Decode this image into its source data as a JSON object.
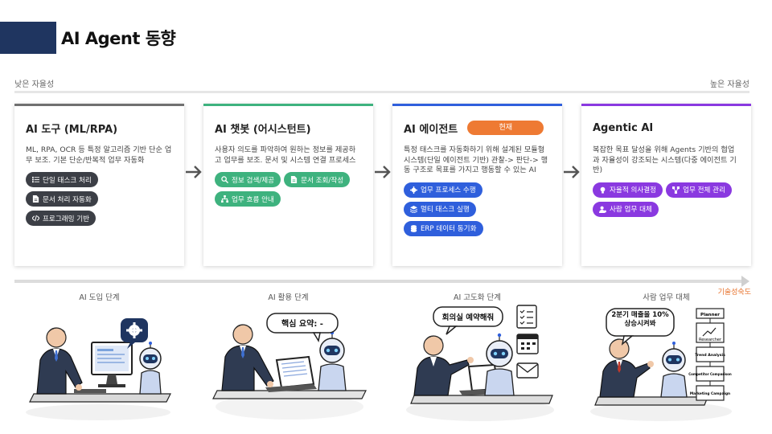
{
  "title": "AI Agent 동향",
  "scale": {
    "low": "낮은 자율성",
    "high": "높은 자율성"
  },
  "cards": [
    {
      "title": "AI 도구 (ML/RPA)",
      "desc": "ML, RPA, OCR 등 특정 알고리즘 기반 단순 업무 보조. 기본 단순/반복적 업무 자동화",
      "color": "#707070",
      "tags": [
        {
          "label": "단일 태스크 처리",
          "icon": "list-icon"
        },
        {
          "label": "문서 처리 자동화",
          "icon": "document-icon"
        },
        {
          "label": "프로그래밍 기반",
          "icon": "code-icon"
        }
      ]
    },
    {
      "title": "AI 챗봇 (어시스턴트)",
      "desc": "사용자 의도를 파악하여 원하는 정보를 제공하고 업무를 보조. 문서 및 시스템 연결 프로세스",
      "color": "#3eb27e",
      "tags": [
        {
          "label": "정보 검색/제공",
          "icon": "search-icon"
        },
        {
          "label": "문서 조회/작성",
          "icon": "document-icon"
        },
        {
          "label": "업무 흐름 안내",
          "icon": "flow-icon"
        }
      ]
    },
    {
      "title": "AI 에이전트",
      "badge": "현재",
      "desc": "특정 태스크를 자동화하기 위해 설계된 모듈형 시스템(단일 에이전트 기반) 관찰-> 판단-> 행동 구조로 목표를 가지고 행동할 수 있는 AI",
      "color": "#2f5fdc",
      "tags": [
        {
          "label": "업무 프로세스 수행",
          "icon": "gear-icon"
        },
        {
          "label": "멀티 태스크 실행",
          "icon": "layers-icon"
        },
        {
          "label": "ERP 데이터 동기화",
          "icon": "database-icon"
        }
      ]
    },
    {
      "title": "Agentic AI",
      "desc": "복잡한 목표 달성을 위해 Agents 기반의 협업과 자율성이 강조되는 시스템(다중 에이전트 기반)",
      "color": "#8a39e0",
      "tags": [
        {
          "label": "자율적 의사결정",
          "icon": "bulb-icon"
        },
        {
          "label": "업무 전체 관리",
          "icon": "network-icon"
        },
        {
          "label": "사람 업무 대체",
          "icon": "user-icon"
        }
      ]
    }
  ],
  "timeline_label": "기술성숙도",
  "stages": [
    "AI 도입 단계",
    "AI 활용 단계",
    "AI 고도화 단계",
    "사람 업무 대체"
  ],
  "bubbles": {
    "stage2": "핵심 요약: -",
    "stage3": "회의실 예약해줘",
    "stage4": "2분기 매출을 10% 상승시켜봐"
  },
  "flow_steps": [
    "Planner",
    "Researcher",
    "Trend Analysis",
    "Competitor Comparison",
    "Marketing Campaign"
  ]
}
